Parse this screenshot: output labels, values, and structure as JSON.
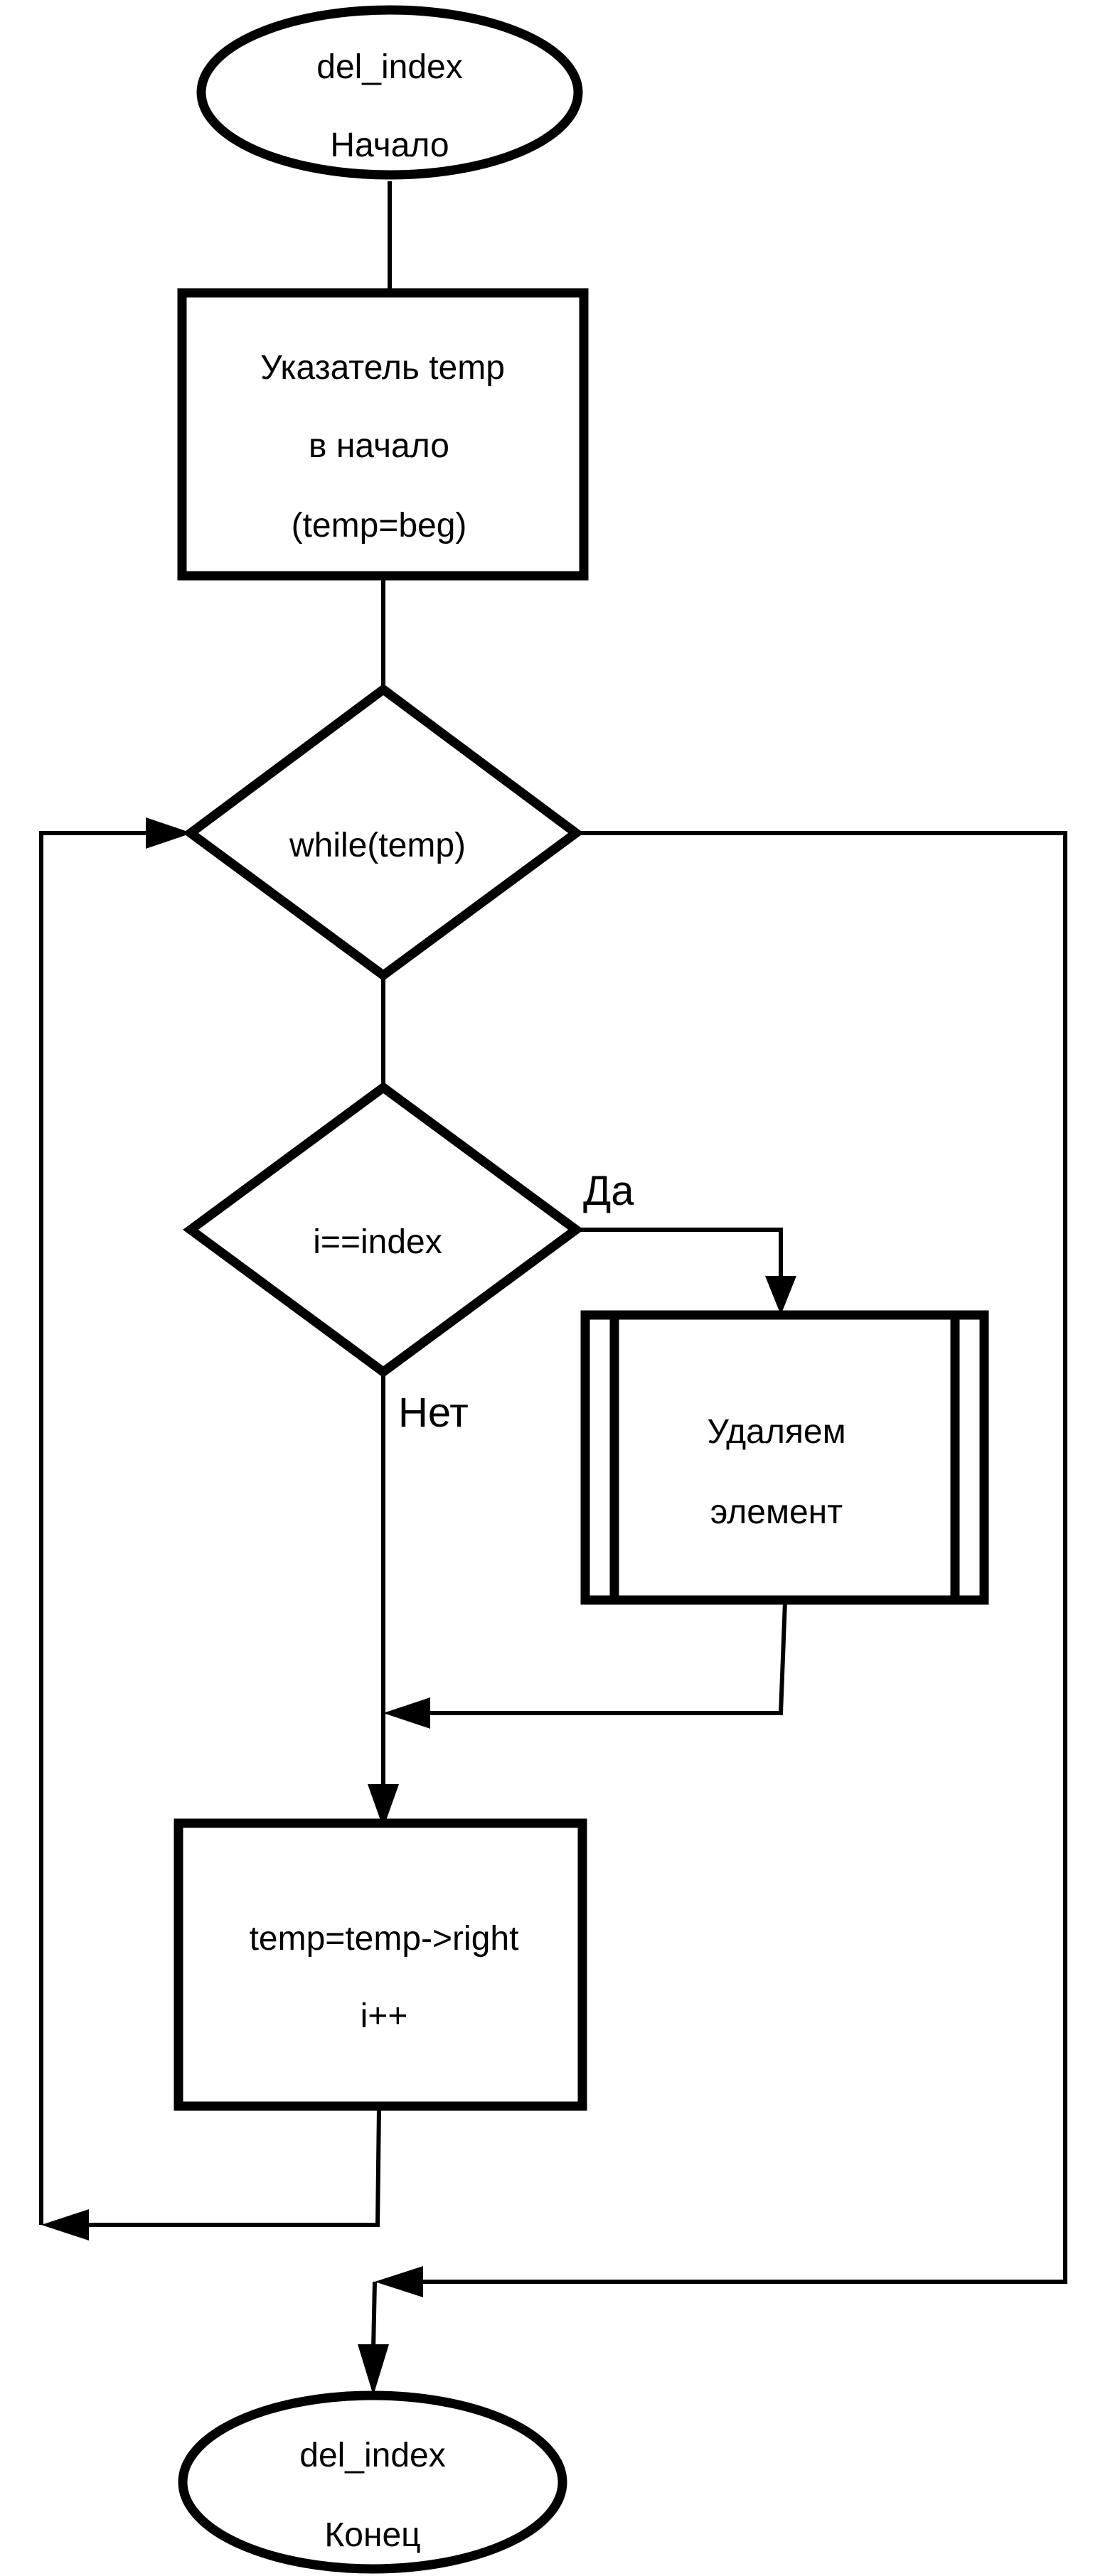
{
  "colors": {
    "stroke": "#000000",
    "background": "#ffffff"
  },
  "nodes": {
    "start": {
      "line1": "del_index",
      "line2": "Начало"
    },
    "init": {
      "line1": "Указатель temp",
      "line2": "в начало",
      "line3": "(temp=beg)"
    },
    "loop": {
      "text": "while(temp)"
    },
    "check": {
      "text": "i==index"
    },
    "delete": {
      "line1": "Удаляем",
      "line2": "элемент"
    },
    "step": {
      "line1": "temp=temp->right",
      "line2": "i++"
    },
    "end": {
      "line1": "del_index",
      "line2": "Конец"
    }
  },
  "edges": {
    "yes_label": "Да",
    "no_label": "Нет"
  }
}
